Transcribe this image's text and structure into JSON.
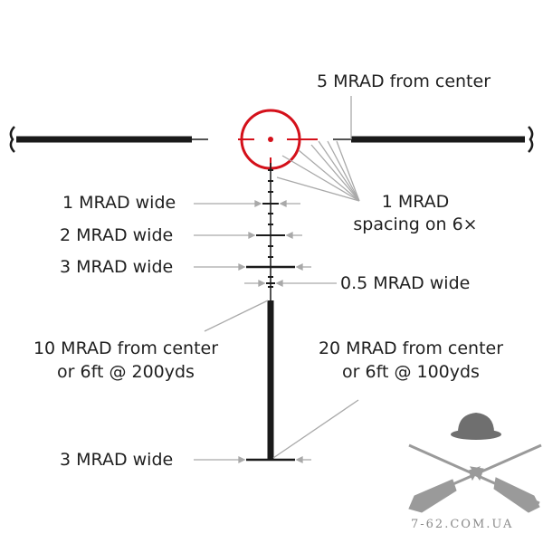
{
  "labels": {
    "five_mrad": "5 MRAD from center",
    "one_mrad_wide": "1 MRAD wide",
    "two_mrad_wide": "2 MRAD wide",
    "three_mrad_wide_top": "3 MRAD wide",
    "spacing_line1": "1 MRAD",
    "spacing_line2": "spacing on 6×",
    "half_mrad_wide": "0.5 MRAD wide",
    "ten_mrad_line1": "10 MRAD from center",
    "ten_mrad_line2": "or 6ft @ 200yds",
    "twenty_mrad_line1": "20 MRAD from center",
    "twenty_mrad_line2": "or 6ft @ 100yds",
    "three_mrad_wide_bottom": "3 MRAD wide"
  },
  "watermark": {
    "text": "7-62.COM.UA"
  },
  "colors": {
    "reticle": "#1a1a1a",
    "red_dot": "#d4101a",
    "leader": "#a9a9a9"
  }
}
